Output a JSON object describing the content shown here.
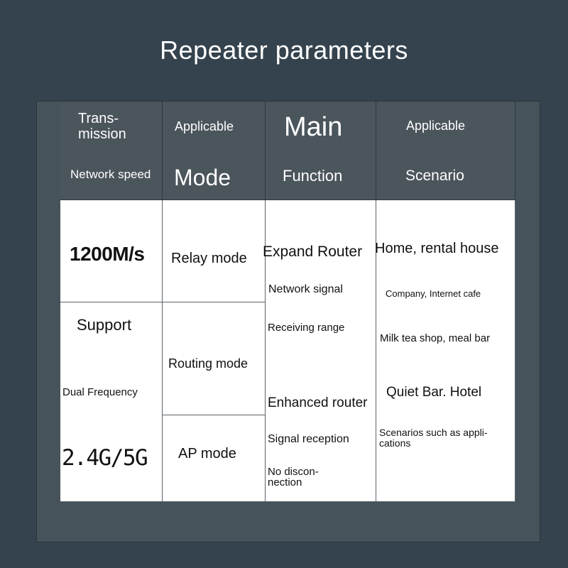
{
  "title": "Repeater parameters",
  "header": {
    "speed_line1": "Trans-",
    "speed_line2": "mission",
    "speed_line3": "Network speed",
    "mode_line1": "Applicable",
    "mode_line2": "Mode",
    "function_line1": "Main",
    "function_line2": "Function",
    "scenario_line1": "Applicable",
    "scenario_line2": "Scenario"
  },
  "speed": {
    "value": "1200M/s",
    "support": "Support",
    "dual": "Dual Frequency",
    "bands": "2.4G/5G"
  },
  "modes": [
    "Relay mode",
    "Routing mode",
    "AP mode"
  ],
  "functions": {
    "f1_title": "Expand Router",
    "f1_line1": "Network signal",
    "f1_line2": "Receiving range",
    "f2_title": "Enhanced router",
    "f2_line1": "Signal reception",
    "f2_line2a": "No discon-",
    "f2_line2b": "nection"
  },
  "scenarios": {
    "s1": "Home, rental house",
    "s2": "Company, Internet cafe",
    "s3": "Milk tea shop, meal bar",
    "s4": "Quiet Bar. Hotel",
    "s5a": "Scenarios such as appli-",
    "s5b": "cations"
  }
}
